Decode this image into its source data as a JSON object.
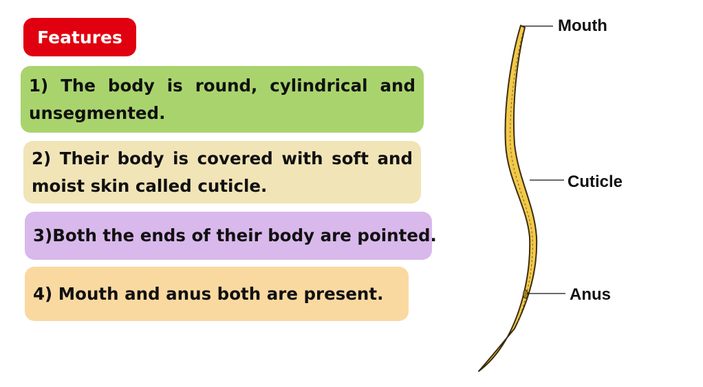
{
  "badge": {
    "label": "Features"
  },
  "features": [
    "1) The body is round, cylindrical and unsegmented.",
    "2) Their body is covered with soft and moist skin called cuticle.",
    "3)Both the ends of their body are pointed.",
    "4) Mouth and anus both are present."
  ],
  "diagram": {
    "labels": {
      "mouth": "Mouth",
      "cuticle": "Cuticle",
      "anus": "Anus"
    }
  },
  "colors": {
    "badge": "#e0000f",
    "card1": "#a9d46d",
    "card2": "#f1e4b7",
    "card3": "#d9b8ec",
    "card4": "#fad9a1",
    "worm_body": "#f2c94a"
  }
}
